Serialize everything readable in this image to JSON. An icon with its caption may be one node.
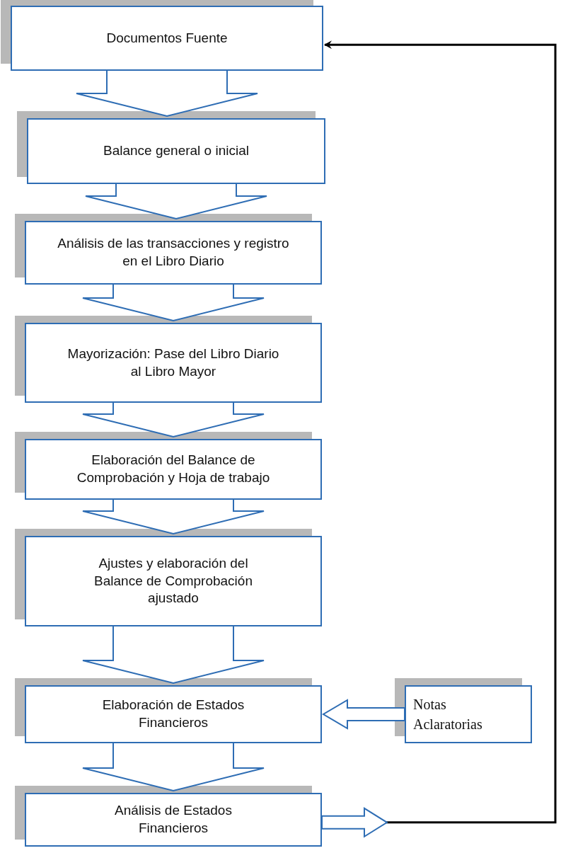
{
  "diagram": {
    "nodes": [
      {
        "text": [
          "Documentos Fuente"
        ]
      },
      {
        "text": [
          "Balance general o inicial"
        ]
      },
      {
        "text": [
          "Análisis de las transacciones y registro en el Libro Diario"
        ]
      },
      {
        "text": [
          "Mayorización: Pase del Libro Diario al Libro Mayor"
        ]
      },
      {
        "text": [
          "Elaboración del Balance de Comprobación y Hoja de trabajo"
        ]
      },
      {
        "text": [
          "Ajustes y elaboración del Balance de Comprobación ajustado"
        ]
      },
      {
        "text": [
          "Elaboración de Estados Financieros"
        ]
      },
      {
        "text": [
          "Notas Aclaratorias"
        ]
      },
      {
        "text": [
          "Análisis de Estados Financieros"
        ]
      }
    ],
    "edges": [
      {
        "from": 0,
        "to": 1,
        "arrow": "to"
      },
      {
        "from": 1,
        "to": 2,
        "arrow": "to"
      },
      {
        "from": 2,
        "to": 3,
        "arrow": "to"
      },
      {
        "from": 3,
        "to": 4,
        "arrow": "to"
      },
      {
        "from": 4,
        "to": 5,
        "arrow": "to"
      },
      {
        "from": 5,
        "to": 6,
        "arrow": "to"
      },
      {
        "from": 7,
        "to": 6,
        "arrow": "to"
      },
      {
        "from": 6,
        "to": 8,
        "arrow": "to"
      },
      {
        "from": 8,
        "to": 0,
        "arrow": "to",
        "color": "#000000"
      }
    ]
  }
}
